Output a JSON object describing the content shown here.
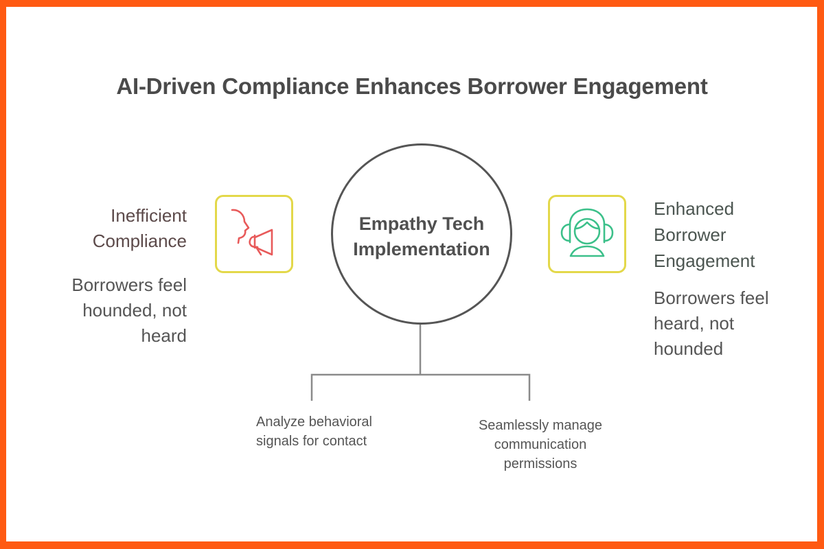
{
  "diagram": {
    "title": "AI-Driven Compliance Enhances Borrower Engagement",
    "center": {
      "label": "Empathy Tech\nImplementation"
    },
    "left": {
      "title": "Inefficient\nCompliance",
      "description": "Borrowers feel\nhounded, not\nheard",
      "icon": "person-megaphone-icon",
      "icon_color": "#E85A5A"
    },
    "right": {
      "title": "Enhanced\nBorrower\nEngagement",
      "description": "Borrowers feel\nheard, not\nhounded",
      "icon": "person-headset-icon",
      "icon_color": "#3CC08A"
    },
    "branches": [
      {
        "label": "Analyze behavioral\nsignals for contact"
      },
      {
        "label": "Seamlessly manage\ncommunication\npermissions"
      }
    ]
  },
  "colors": {
    "frame": "#FF5A12",
    "icon_box_border": "#E3D84A",
    "circle_border": "#555555",
    "connector": "#8a8a8a"
  }
}
